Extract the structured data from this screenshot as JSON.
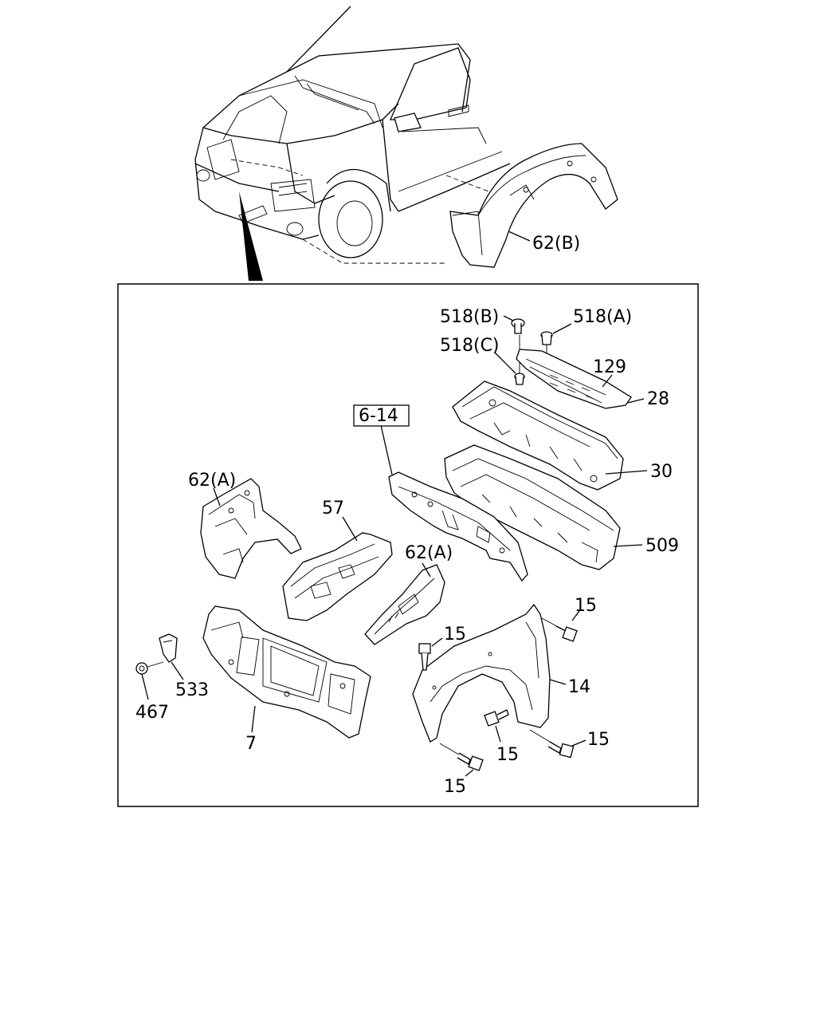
{
  "callouts": {
    "c62B_top": "62(B)",
    "c518B": "518(B)",
    "c518A": "518(A)",
    "c518C": "518(C)",
    "c129": "129",
    "c28": "28",
    "c6_14": "6-14",
    "c30": "30",
    "c62A_left": "62(A)",
    "c57": "57",
    "c62A_mid": "62(A)",
    "c509": "509",
    "c15_a": "15",
    "c15_b": "15",
    "c14": "14",
    "c533": "533",
    "c467": "467",
    "c7": "7",
    "c15_c": "15",
    "c15_d": "15",
    "c15_e": "15"
  }
}
